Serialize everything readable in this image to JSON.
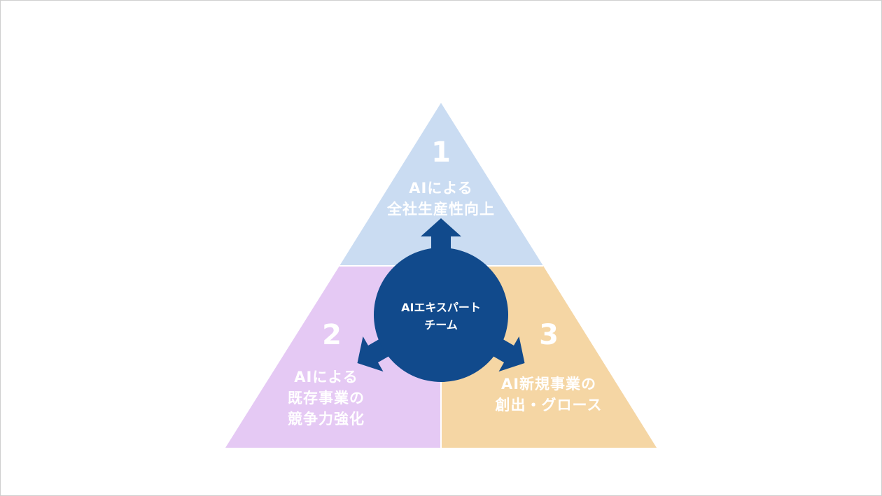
{
  "colors": {
    "segment_1": "#cadcf2",
    "segment_2": "#e5c9f4",
    "segment_3": "#f5d6a4",
    "center": "#114a8c",
    "text": "#ffffff"
  },
  "center": {
    "line1": "AIエキスパート",
    "line2": "チーム"
  },
  "segments": [
    {
      "number": "1",
      "line1": "AIによる",
      "line2": "全社生産性向上",
      "line3": ""
    },
    {
      "number": "2",
      "line1": "AIによる",
      "line2": "既存事業の",
      "line3": "競争力強化"
    },
    {
      "number": "3",
      "line1": "AI新規事業の",
      "line2": "創出・グロース",
      "line3": ""
    }
  ]
}
